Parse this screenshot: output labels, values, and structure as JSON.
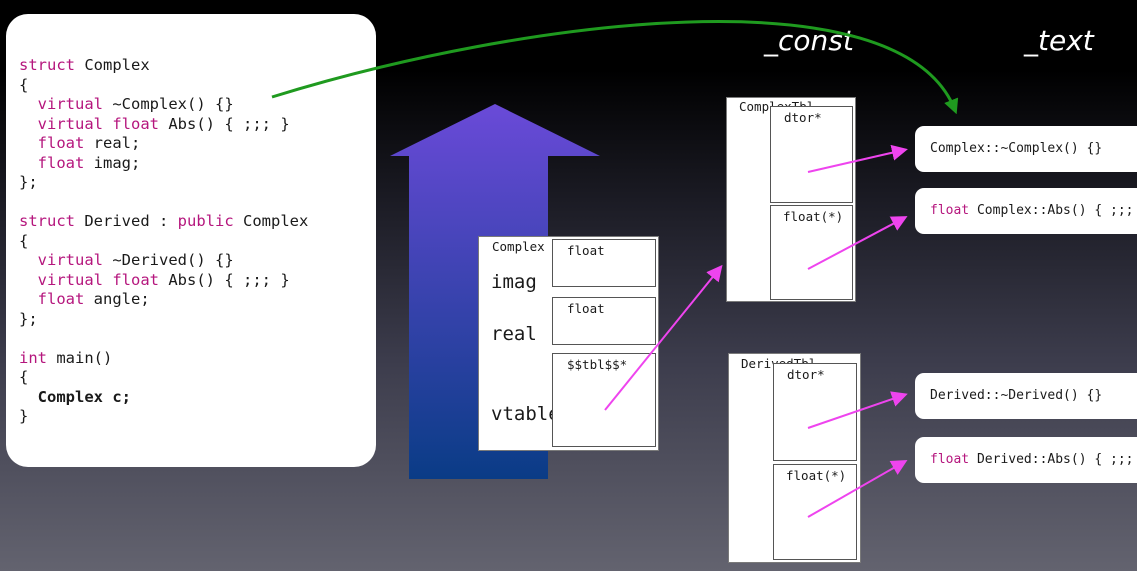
{
  "code": {
    "lines": [
      [
        {
          "t": "struct",
          "k": "kw"
        },
        {
          "t": " Complex"
        }
      ],
      [
        {
          "t": "{"
        }
      ],
      [
        {
          "t": "  "
        },
        {
          "t": "virtual",
          "k": "kw"
        },
        {
          "t": " ~Complex() {}"
        }
      ],
      [
        {
          "t": "  "
        },
        {
          "t": "virtual float",
          "k": "kw"
        },
        {
          "t": " Abs() { ;;; }"
        }
      ],
      [
        {
          "t": "  "
        },
        {
          "t": "float",
          "k": "kw"
        },
        {
          "t": " real;"
        }
      ],
      [
        {
          "t": "  "
        },
        {
          "t": "float",
          "k": "kw"
        },
        {
          "t": " imag;"
        }
      ],
      [
        {
          "t": "};"
        }
      ],
      [],
      [
        {
          "t": "struct",
          "k": "kw"
        },
        {
          "t": " Derived : "
        },
        {
          "t": "public",
          "k": "kw"
        },
        {
          "t": " Complex"
        }
      ],
      [
        {
          "t": "{"
        }
      ],
      [
        {
          "t": "  "
        },
        {
          "t": "virtual",
          "k": "kw"
        },
        {
          "t": " ~Derived() {}"
        }
      ],
      [
        {
          "t": "  "
        },
        {
          "t": "virtual float",
          "k": "kw"
        },
        {
          "t": " Abs() { ;;; }"
        }
      ],
      [
        {
          "t": "  "
        },
        {
          "t": "float",
          "k": "kw"
        },
        {
          "t": " angle;"
        }
      ],
      [
        {
          "t": "};"
        }
      ],
      [],
      [
        {
          "t": "int",
          "k": "kw"
        },
        {
          "t": " main()"
        }
      ],
      [
        {
          "t": "{"
        }
      ],
      [
        {
          "t": "  "
        },
        {
          "t": "Complex c;",
          "k": "bold"
        }
      ],
      [
        {
          "t": "}"
        }
      ]
    ]
  },
  "segments": {
    "const_label": "_const",
    "text_label": "_text"
  },
  "object": {
    "title": "Complex",
    "imag_label": "imag",
    "real_label": "real",
    "vtable_label": "vtable",
    "imag_type": "float",
    "real_type": "float",
    "vtable_type": "$$tbl$$*"
  },
  "complex_tbl": {
    "title": "ComplexTbl",
    "dtor_slot": "dtor*",
    "abs_slot": "float(*)"
  },
  "derived_tbl": {
    "title": "DerivedTbl",
    "dtor_slot": "dtor*",
    "abs_slot": "float(*)"
  },
  "functions": {
    "complex_dtor": {
      "code": "Complex::~Complex() {}"
    },
    "complex_abs": {
      "kw": "float",
      "rest": " Complex::Abs() { ;;; }"
    },
    "derived_dtor": {
      "code": "Derived::~Derived() {}"
    },
    "derived_abs": {
      "kw": "float",
      "rest": " Derived::Abs() { ;;; }"
    }
  },
  "colors": {
    "keyword": "#b5167d",
    "pointer_arrow": "#ee44ee",
    "link_arrow": "#1f9a1f",
    "stack_top": "#6a4ad8",
    "stack_bottom": "#0a3c86"
  }
}
